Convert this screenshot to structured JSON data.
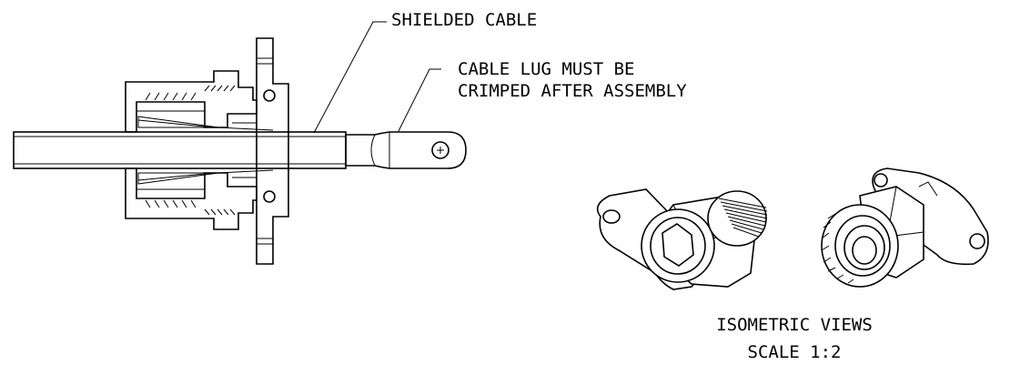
{
  "callouts": {
    "shielded_cable": "SHIELDED CABLE",
    "cable_lug_line1": "CABLE LUG MUST BE",
    "cable_lug_line2": "CRIMPED AFTER ASSEMBLY"
  },
  "iso": {
    "title": "ISOMETRIC VIEWS",
    "scale": "SCALE 1:2"
  }
}
